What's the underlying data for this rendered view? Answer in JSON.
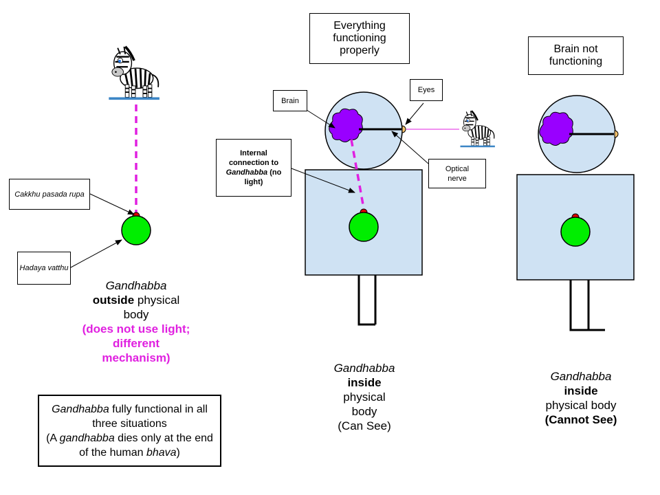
{
  "colors": {
    "body": "#cfe2f3",
    "gandhabba": "#00ee00",
    "cakkhu": "#e00000",
    "brain": "#9900ff",
    "connection": "#e020e0",
    "eye": "#f6c26b"
  },
  "icons": {
    "zebra": "zebra-icon"
  },
  "panel1": {
    "callout_cakkhu": "Cakkhu pasada rupa",
    "callout_hadaya": "Hadaya vatthu",
    "caption_line1": "Gandhabba",
    "caption_bold": "outside",
    "caption_rest": " physical body",
    "caption_magenta": "(does not use light; different mechanism)"
  },
  "panel2": {
    "title": "Everything functioning properly",
    "callout_brain": "Brain",
    "callout_eyes": "Eyes",
    "callout_optical": "Optical nerve",
    "callout_internal_pre": "Internal connection to ",
    "callout_internal_it": "Gandhabba",
    "callout_internal_post": " (no light)",
    "caption_line1": "Gandhabba",
    "caption_bold": "inside",
    "caption_rest": "physical body",
    "caption_paren": "(Can See)"
  },
  "panel3": {
    "title": "Brain not functioning",
    "caption_line1": "Gandhabba",
    "caption_bold": "inside",
    "caption_rest": "physical body",
    "caption_paren": "(Cannot See)"
  },
  "note": {
    "italic1": "Gandhabba",
    "text1": " fully functional in all three situations",
    "text2": "(A ",
    "italic2": "gandhabba",
    "text3": " dies only at the end of the human ",
    "italic3": "bhava",
    "text4": ")"
  }
}
